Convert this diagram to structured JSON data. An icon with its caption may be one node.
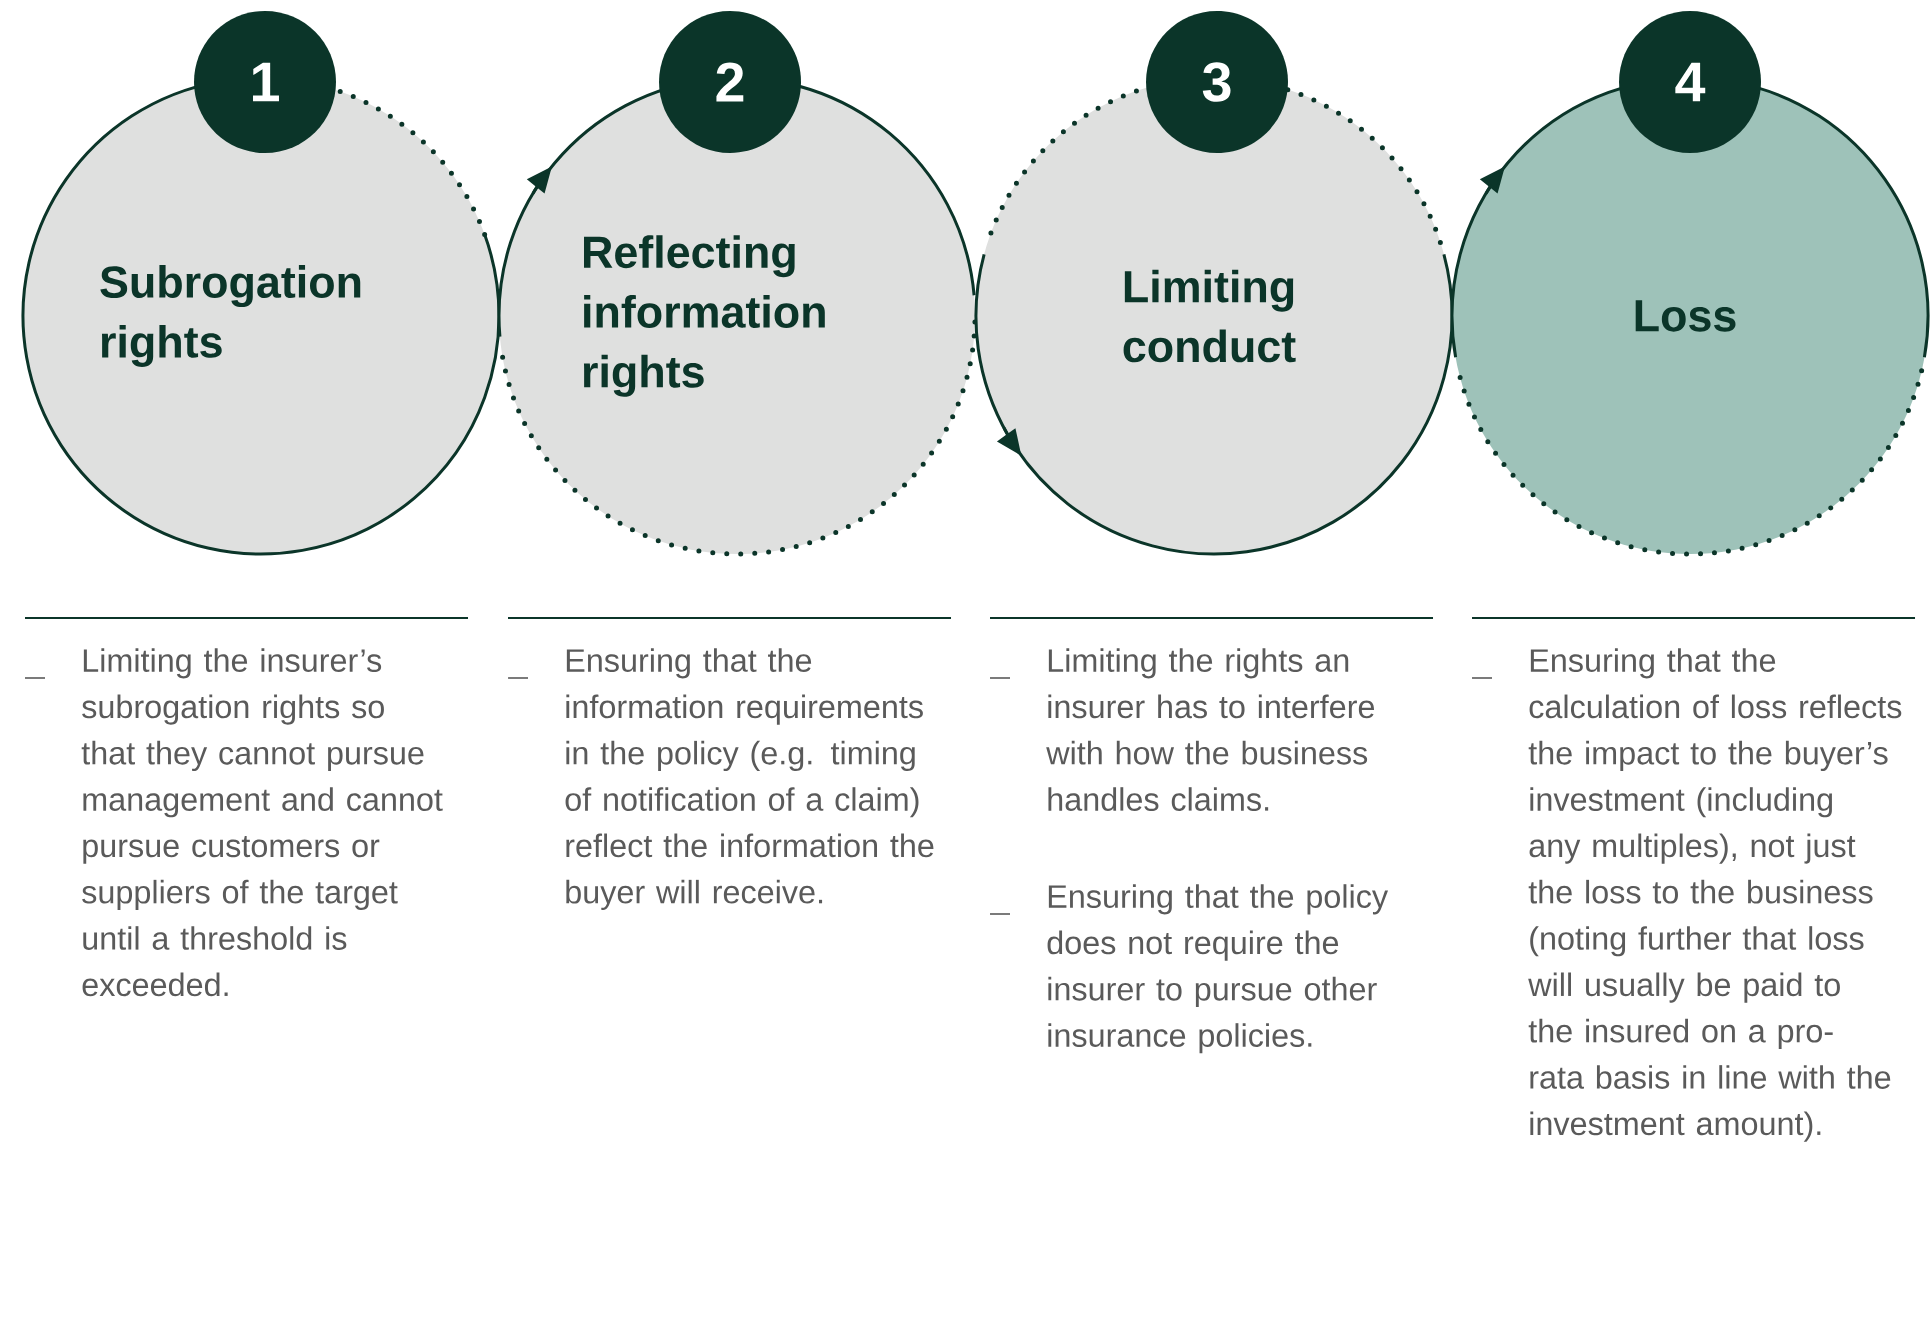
{
  "diagram": {
    "nodes": [
      {
        "text": [
          "1"
        ]
      },
      {
        "text": [
          "Subrogation rights"
        ]
      },
      {
        "text": [
          "2"
        ]
      },
      {
        "text": [
          "Reflecting information rights"
        ]
      },
      {
        "text": [
          "3"
        ]
      },
      {
        "text": [
          "Limiting conduct"
        ]
      },
      {
        "text": [
          "4"
        ]
      },
      {
        "text": [
          "Loss"
        ]
      }
    ],
    "labels": [
      "Limiting the insurer’s subrogation rights so that they cannot pursue management and cannot pursue customers or suppliers of the target until a threshold is exceeded.",
      "Ensuring that the information requirements in the policy (e.g. timing of notification of a claim) reflect the information the buyer will receive.",
      "Limiting the rights an insurer has to interfere with how the business handles claims.",
      "Ensuring that the policy does not require the insurer to pursue other insurance policies.",
      "Ensuring that the calculation of loss reflects the impact to the buyer’s investment (including any multiples), not just the loss to the business (noting further that loss will usually be paid to the insured on a pro-rata basis in line with the investment amount)."
    ]
  }
}
